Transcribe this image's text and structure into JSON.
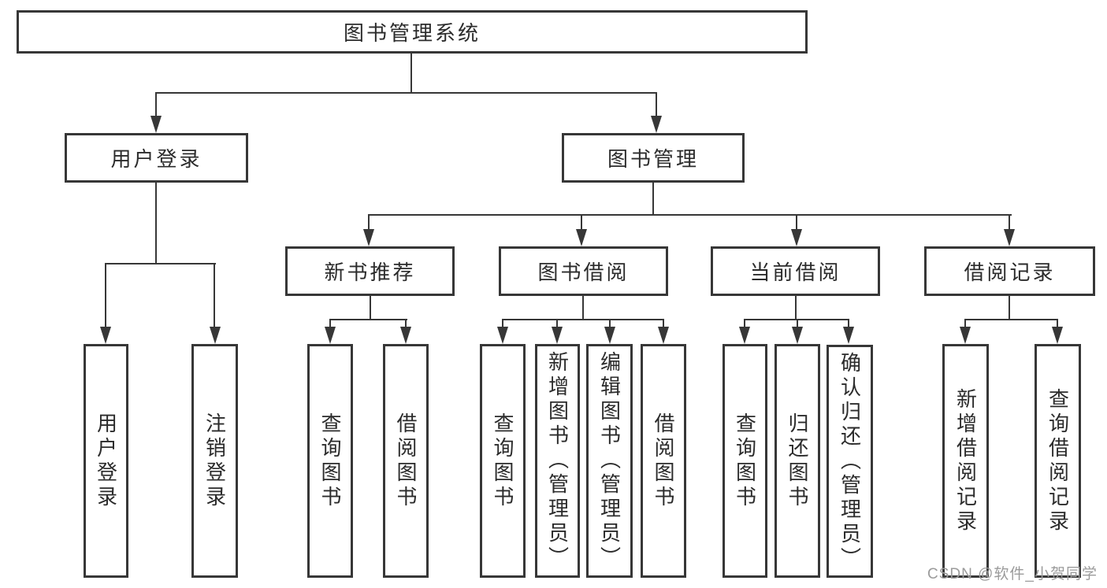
{
  "diagram": {
    "root": "图书管理系统",
    "level2": [
      "用户登录",
      "图书管理"
    ],
    "level3": [
      "新书推荐",
      "图书借阅",
      "当前借阅",
      "借阅记录"
    ],
    "leaves": {
      "user": [
        "用户登录",
        "注销登录"
      ],
      "recommend": [
        "查询图书",
        "借阅图书"
      ],
      "borrow": [
        "查询图书",
        "新增图书（管理员）",
        "编辑图书（管理员）",
        "借阅图书"
      ],
      "current": [
        "查询图书",
        "归还图书",
        "确认归还（管理员）"
      ],
      "records": [
        "新增借阅记录",
        "查询借阅记录"
      ]
    }
  },
  "watermark": "CSDN @软件_小贺同学",
  "colors": {
    "line": "#373737",
    "text": "#2b2b2b",
    "watermark": "#9b9b9b",
    "background": "#ffffff"
  }
}
